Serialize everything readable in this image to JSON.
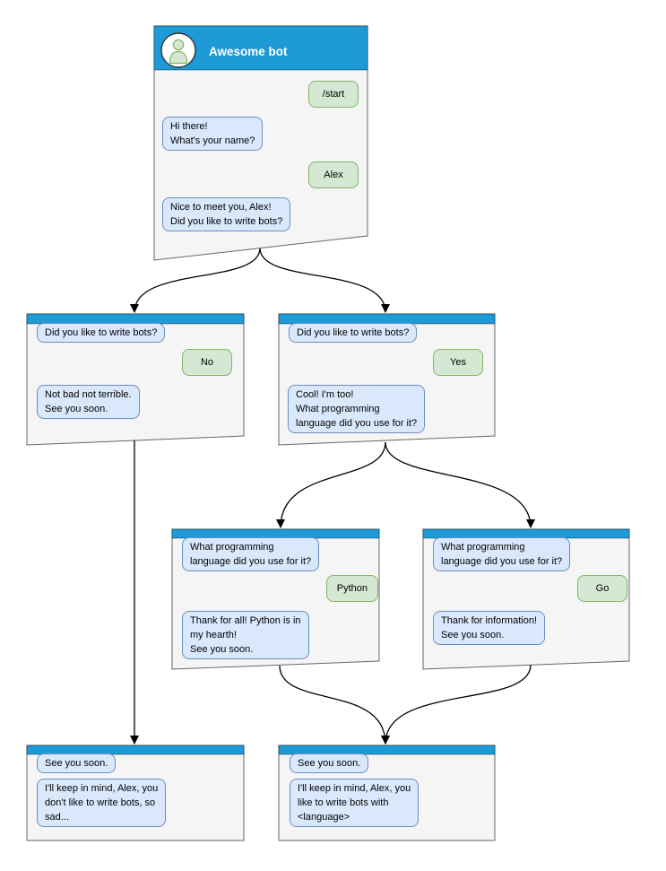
{
  "diagram": {
    "bot_title": "Awesome bot",
    "colors": {
      "titlebar_blue": "#1e9ad6",
      "window_fill": "#f5f5f5",
      "window_stroke": "#666666",
      "bot_bubble_fill": "#dae8fc",
      "bot_bubble_stroke": "#6c8ebf",
      "user_bubble_fill": "#d5e8d4",
      "user_bubble_stroke": "#82b366",
      "arrow": "#000000"
    },
    "icons": {
      "avatar": "person-icon"
    }
  },
  "windows": [
    {
      "name": "main",
      "title": "Awesome bot",
      "messages": [
        {
          "from": "user",
          "text": "/start"
        },
        {
          "from": "bot",
          "text": "Hi there!\nWhat's your name?"
        },
        {
          "from": "user",
          "text": "Alex"
        },
        {
          "from": "bot",
          "text": "Nice to meet you, Alex!\nDid you like to write bots?"
        }
      ]
    },
    {
      "name": "branch-no",
      "messages": [
        {
          "from": "bot",
          "text": "Did you like to write bots?"
        },
        {
          "from": "user",
          "text": "No"
        },
        {
          "from": "bot",
          "text": "Not bad not terrible.\nSee you soon."
        }
      ]
    },
    {
      "name": "branch-yes",
      "messages": [
        {
          "from": "bot",
          "text": "Did you like to write bots?"
        },
        {
          "from": "user",
          "text": "Yes"
        },
        {
          "from": "bot",
          "text": "Cool! I'm too!\nWhat programming\nlanguage did you use for it?"
        }
      ]
    },
    {
      "name": "branch-python",
      "messages": [
        {
          "from": "bot",
          "text": "What programming\nlanguage did you use for it?"
        },
        {
          "from": "user",
          "text": "Python"
        },
        {
          "from": "bot",
          "text": "Thank for all! Python is in\nmy hearth!\nSee you soon."
        }
      ]
    },
    {
      "name": "branch-go",
      "messages": [
        {
          "from": "bot",
          "text": "What programming\nlanguage did you use for it?"
        },
        {
          "from": "user",
          "text": "Go"
        },
        {
          "from": "bot",
          "text": "Thank for information!\nSee you soon."
        }
      ]
    },
    {
      "name": "end-no",
      "messages": [
        {
          "from": "bot",
          "text": "See you soon."
        },
        {
          "from": "bot",
          "text": "I'll keep in mind, Alex, you\ndon't like to write bots, so\nsad..."
        }
      ]
    },
    {
      "name": "end-yes",
      "messages": [
        {
          "from": "bot",
          "text": "See you soon."
        },
        {
          "from": "bot",
          "text": "I'll keep in mind, Alex, you\nlike to write bots with\n<language>"
        }
      ]
    }
  ]
}
